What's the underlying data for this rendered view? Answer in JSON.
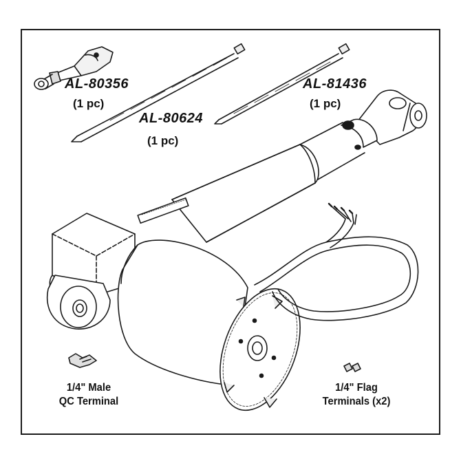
{
  "parts": {
    "p1": {
      "number": "AL-80356",
      "qty": "(1 pc)"
    },
    "p2": {
      "number": "AL-80624",
      "qty": "(1 pc)"
    },
    "p3": {
      "number": "AL-81436",
      "qty": "(1 pc)"
    }
  },
  "terminals": {
    "male": {
      "line1": "1/4\" Male",
      "line2": "QC Terminal"
    },
    "flag": {
      "line1": "1/4\" Flag",
      "line2": "Terminals (x2)"
    }
  }
}
